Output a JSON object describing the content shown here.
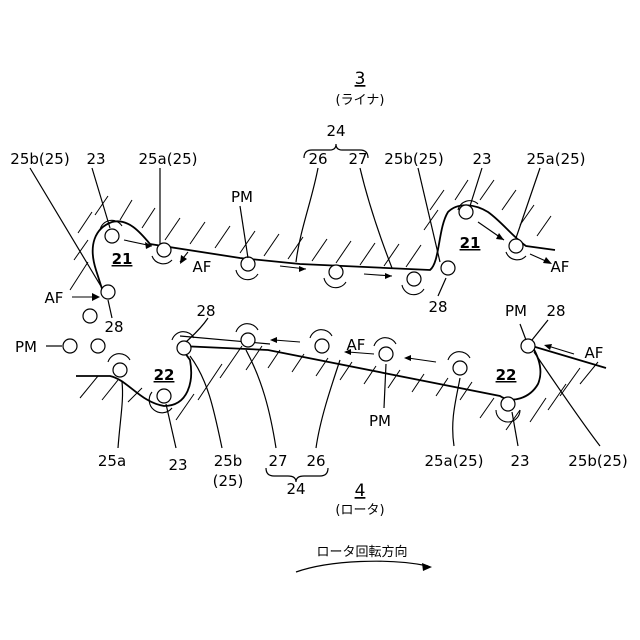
{
  "labels": {
    "liner_num": "3",
    "liner_name": "(ライナ)",
    "rotor_num": "4",
    "rotor_name": "(ロータ)",
    "top_24": "24",
    "top_26": "26",
    "top_27": "27",
    "bot_24": "24",
    "bot_26": "26",
    "bot_27": "27",
    "tl_25b": "25b(25)",
    "tl_23": "23",
    "tl_25a": "25a(25)",
    "tl_21": "21",
    "tl_28": "28",
    "tl_af_in": "AF",
    "tl_af_out": "AF",
    "pm_top": "PM",
    "tr_25b": "25b(25)",
    "tr_23": "23",
    "tr_25a": "25a(25)",
    "tr_21": "21",
    "tr_28": "28",
    "tr_af": "AF",
    "pm_left": "PM",
    "bl_28": "28",
    "bl_22": "22",
    "bl_25a": "25a",
    "bl_23": "23",
    "bl_25b": "25b",
    "bl_25b_sub": "(25)",
    "bottom_af": "AF",
    "pm_bottom": "PM",
    "br_pm": "PM",
    "br_28": "28",
    "br_af": "AF",
    "br_22": "22",
    "br_25a": "25a(25)",
    "br_23": "23",
    "br_25b": "25b(25)",
    "rotation_label": "ロータ回転方向"
  }
}
